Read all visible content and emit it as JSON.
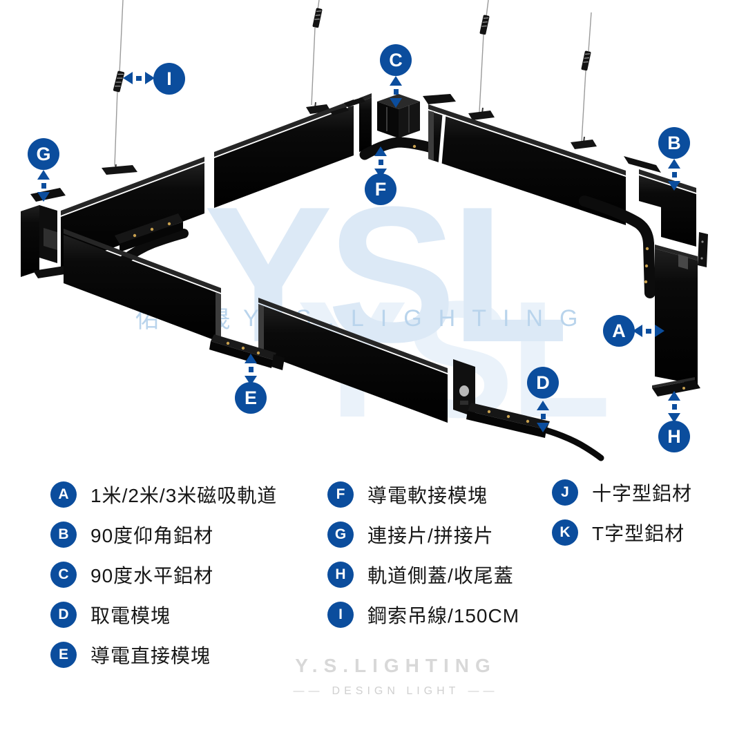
{
  "colors": {
    "badge_blue": "#0b4d9d",
    "watermark_blue": "#dce9f6",
    "watermark_text_blue": "#b9d4ec",
    "legend_text": "#161616",
    "footer_gray": "#d8d8d8"
  },
  "watermark": {
    "monogram": "YSL",
    "monogram_echo": "YSL",
    "cjk": "佑 晟",
    "latin": "Y.S.LIGHTING"
  },
  "diagram": {
    "badges": {
      "A": "A",
      "B": "B",
      "C": "C",
      "D": "D",
      "E": "E",
      "F": "F",
      "G": "G",
      "H": "H",
      "I": "I"
    }
  },
  "legend": {
    "columns": [
      [
        {
          "letter": "A",
          "label": "1米/2米/3米磁吸軌道"
        },
        {
          "letter": "B",
          "label": "90度仰角鋁材"
        },
        {
          "letter": "C",
          "label": "90度水平鋁材"
        },
        {
          "letter": "D",
          "label": "取電模塊"
        },
        {
          "letter": "E",
          "label": "導電直接模塊"
        }
      ],
      [
        {
          "letter": "F",
          "label": "導電軟接模塊"
        },
        {
          "letter": "G",
          "label": "連接片/拼接片"
        },
        {
          "letter": "H",
          "label": "軌道側蓋/收尾蓋"
        },
        {
          "letter": "I",
          "label": "鋼索吊線/150CM"
        }
      ],
      [
        {
          "letter": "J",
          "label": "十字型鋁材"
        },
        {
          "letter": "K",
          "label": "T字型鋁材"
        }
      ]
    ]
  },
  "footer": {
    "brand": "Y.S.LIGHTING",
    "tagline": "DESIGN LIGHT",
    "dash": "——"
  }
}
